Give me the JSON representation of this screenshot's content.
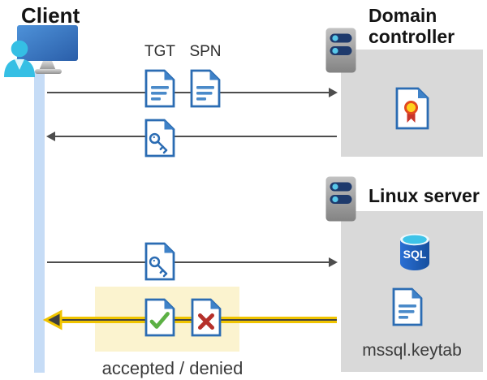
{
  "diagram": {
    "title_left": "Client",
    "title_dc": "Domain controller",
    "title_linux": "Linux server",
    "doc_label_tgt": "TGT",
    "doc_label_spn": "SPN",
    "sql_label": "SQL",
    "keytab_label": "mssql.keytab",
    "result_label": "accepted / denied"
  },
  "flows": [
    {
      "from": "client",
      "to": "domain-controller",
      "carries": [
        "TGT",
        "SPN"
      ]
    },
    {
      "from": "domain-controller",
      "to": "client",
      "carries": [
        "key-document"
      ]
    },
    {
      "from": "client",
      "to": "linux-server",
      "carries": [
        "key-document"
      ]
    },
    {
      "from": "linux-server",
      "to": "client",
      "carries": [
        "accepted-document",
        "denied-document"
      ],
      "highlighted": true
    }
  ],
  "icons": [
    "client-user-monitor-icon",
    "server-icon",
    "document-icon",
    "key-document-icon",
    "certificate-document-icon",
    "check-document-icon",
    "x-document-icon",
    "sql-database-icon",
    "keytab-document-icon"
  ],
  "colors": {
    "zone_gray": "#d9d9d9",
    "highlight_yellow_box": "#fbf3cf",
    "highlight_yellow_line": "#f0c400",
    "arrow_gray": "#4d4d4d",
    "lifeline_blue": "#c6dcf6",
    "doc_border_blue": "#2b6cb3",
    "doc_fold_blue": "#3f82c8",
    "doc_text_blue": "#4a8ac9",
    "person_cyan": "#35bfe4",
    "monitor_blue": "#3a78c4",
    "server_slot_navy": "#1e3a6c",
    "server_dot_cyan": "#58c8ea",
    "sql_blue": "#1b5ec6",
    "sql_top_cyan": "#3ec3e8",
    "check_green": "#5cb044",
    "cross_red": "#b5302a",
    "seal_yellow": "#ffd21e",
    "seal_red": "#e2491f"
  }
}
